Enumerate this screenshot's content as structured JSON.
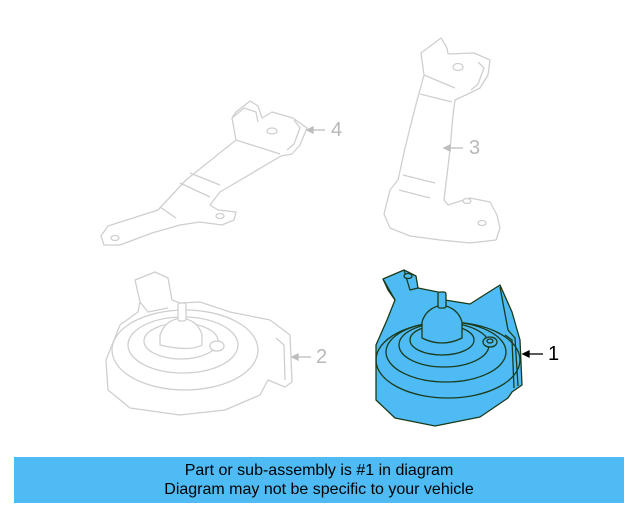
{
  "diagram": {
    "highlight_color": "#4fbbf5",
    "faded_color": "#c8c8c8",
    "callouts": [
      {
        "number": "1",
        "part": "horn",
        "highlighted": true
      },
      {
        "number": "2",
        "part": "horn",
        "highlighted": false
      },
      {
        "number": "3",
        "part": "bracket",
        "highlighted": false
      },
      {
        "number": "4",
        "part": "bracket",
        "highlighted": false
      }
    ]
  },
  "banner": {
    "line1": "Part or sub-assembly is #1 in diagram",
    "line2": "Diagram may not be specific to your vehicle",
    "background": "#4fbbf5"
  }
}
